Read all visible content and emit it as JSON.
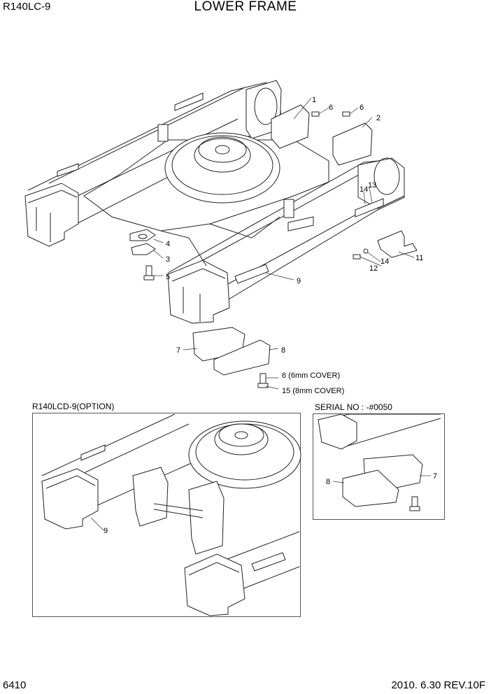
{
  "header": {
    "model": "R140LC-9",
    "title": "LOWER FRAME"
  },
  "footer": {
    "page": "6410",
    "date_rev": "2010. 6.30  REV.10F"
  },
  "option_box": {
    "label": "R140LCD-9(OPTION)"
  },
  "serial_box": {
    "label": "SERIAL NO : -#0050"
  },
  "callouts": {
    "c1": "1",
    "c2": "2",
    "c3": "3",
    "c4": "4",
    "c5": "5",
    "c6a": "6",
    "c6b": "6",
    "c7": "7",
    "c8": "8",
    "c9": "9",
    "c11": "11",
    "c12": "12",
    "c13": "13",
    "c14a": "14",
    "c14b": "14",
    "c6cov": "6 (6mm COVER)",
    "c15cov": "15 (8mm COVER)",
    "o9": "9",
    "s7": "7",
    "s8": "8"
  }
}
